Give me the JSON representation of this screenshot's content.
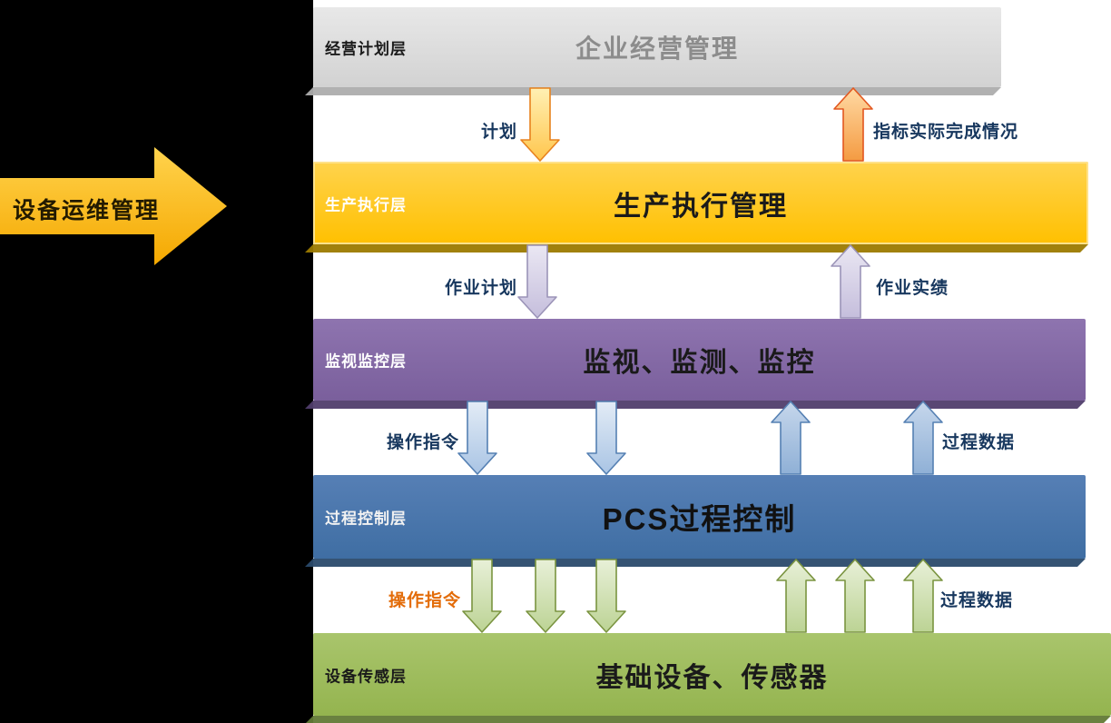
{
  "side_arrow": {
    "label": "设备运维管理",
    "fill": "#FFC000"
  },
  "layers": [
    {
      "label": "经营计划层",
      "title": "企业经营管理",
      "fill": "#D9D9D9",
      "shadow": "#ADADAD",
      "label_color": "#1A1A1A",
      "title_color": "#8C8C8C"
    },
    {
      "label": "生产执行层",
      "title": "生产执行管理",
      "fill": "#FFC000",
      "shadow": "#9C7A00",
      "label_color": "#FFFFFF",
      "title_color": "#1A1A1A"
    },
    {
      "label": "监视监控层",
      "title": "监视、监测、监控",
      "fill": "#8064A2",
      "shadow": "#503D6B",
      "label_color": "#FFFFFF",
      "title_color": "#1A1A1A"
    },
    {
      "label": "过程控制层",
      "title": "PCS过程控制",
      "fill": "#3F6EA3",
      "shadow": "#2A4A6B",
      "label_color": "#F2F2F2",
      "title_color": "#111111"
    },
    {
      "label": "设备传感层",
      "title": "基础设备、传感器",
      "fill": "#9BBB59",
      "shadow": "#627A36",
      "label_color": "#1A1A1A",
      "title_color": "#1A1A1A"
    }
  ],
  "flows": [
    {
      "down_label": "计划",
      "up_label": "指标实际完成情况",
      "down_arrows": 1,
      "up_arrows": 1,
      "down_color": "#FFD966",
      "up_color": "#F4A04C"
    },
    {
      "down_label": "作业计划",
      "up_label": "作业实绩",
      "down_arrows": 1,
      "up_arrows": 1,
      "down_color": "#D8D4E8",
      "up_color": "#D8D4E8"
    },
    {
      "down_label": "操作指令",
      "up_label": "过程数据",
      "down_arrows": 2,
      "up_arrows": 2,
      "down_color": "#C3D6EC",
      "up_color": "#A7C2E1"
    },
    {
      "down_label": "操作指令",
      "up_label": "过程数据",
      "down_arrows": 3,
      "up_arrows": 3,
      "down_color": "#D9E5C2",
      "up_color": "#D9E5C2"
    }
  ],
  "icons": {
    "down_arrow": "block-arrow-down",
    "up_arrow": "block-arrow-up",
    "side_arrow": "block-arrow-right"
  }
}
